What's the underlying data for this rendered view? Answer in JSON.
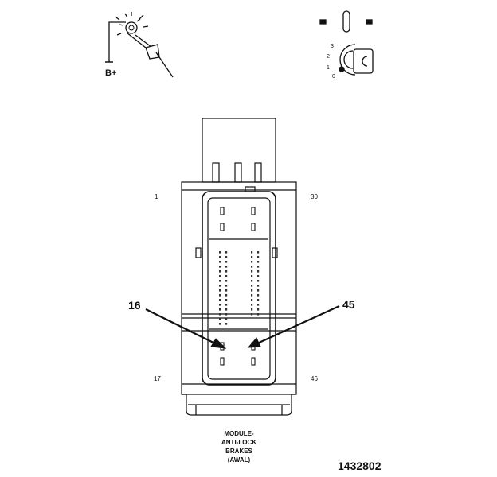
{
  "power_symbol": {
    "label": "B+"
  },
  "ignition_symbol": {
    "positions": [
      "3",
      "2",
      "1",
      "0"
    ]
  },
  "connector": {
    "pin_labels": {
      "top_left": "1",
      "top_right": "30",
      "bottom_left": "17",
      "bottom_right": "46"
    },
    "callouts": {
      "left": "16",
      "right": "45"
    }
  },
  "caption": {
    "lines": [
      "MODULE-",
      "ANTI-LOCK",
      "BRAKES",
      "(AWAL)"
    ]
  },
  "figure_id": "1432802"
}
